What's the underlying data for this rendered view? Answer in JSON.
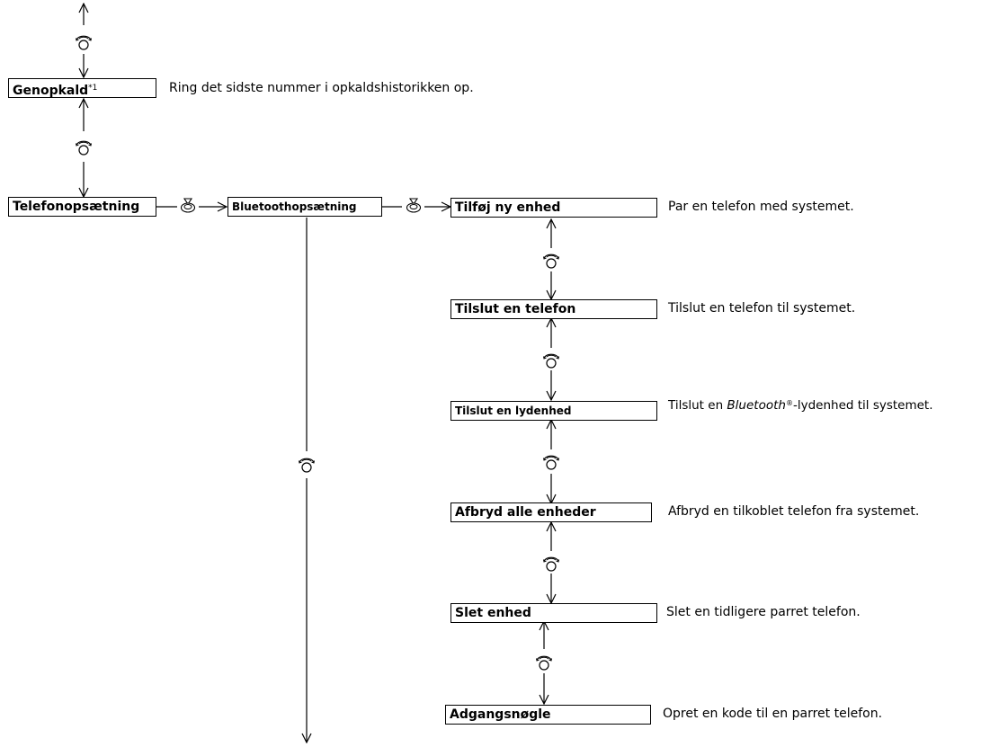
{
  "nodes": {
    "genopkald": {
      "label": "Genopkald",
      "footnote": "*1"
    },
    "telefonopsaetning": {
      "label": "Telefonopsætning"
    },
    "bluetoothopsaetning": {
      "label": "Bluetoothopsætning"
    },
    "tilfoej_ny_enhed": {
      "label": "Tilføj ny enhed"
    },
    "tilslut_en_telefon": {
      "label": "Tilslut en telefon"
    },
    "tilslut_en_lydenhed": {
      "label": "Tilslut en lydenhed"
    },
    "afbryd_alle_enheder": {
      "label": "Afbryd alle enheder"
    },
    "slet_enhed": {
      "label": "Slet enhed"
    },
    "adgangsnoegle": {
      "label": "Adgangsnøgle"
    }
  },
  "descriptions": {
    "genopkald": "Ring det sidste nummer i opkaldshistorikken op.",
    "tilfoej_ny_enhed": "Par en telefon med systemet.",
    "tilslut_en_telefon": "Tilslut en telefon til systemet.",
    "tilslut_en_lydenhed": {
      "prefix": "Tilslut en ",
      "brand": "Bluetooth",
      "mark": "®",
      "suffix": "-lydenhed til systemet."
    },
    "afbryd_alle_enheder": "Afbryd en tilkoblet telefon fra systemet.",
    "slet_enhed": "Slet en tidligere parret telefon.",
    "adgangsnoegle": "Opret en kode til en parret telefon."
  },
  "icons": {
    "rotate": "rotate-knob-icon",
    "press": "press-knob-icon"
  }
}
